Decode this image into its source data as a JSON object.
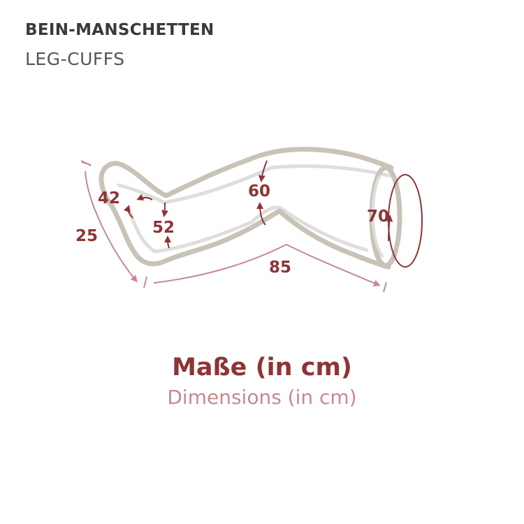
{
  "header": {
    "title_de": "BEIN-MANSCHETTEN",
    "title_en": "LEG-CUFFS"
  },
  "diagram": {
    "labels": {
      "height_25": "25",
      "ankle_42": "42",
      "calf_52": "52",
      "thigh_60": "60",
      "top_70": "70",
      "length_85": "85"
    }
  },
  "caption": {
    "main": "Maße (in cm)",
    "sub": "Dimensions (in cm)"
  },
  "colors": {
    "accent": "#8e3435",
    "accent_light": "#c48a8f",
    "outline": "#c9c3b7",
    "inner": "#dcdcdc"
  }
}
